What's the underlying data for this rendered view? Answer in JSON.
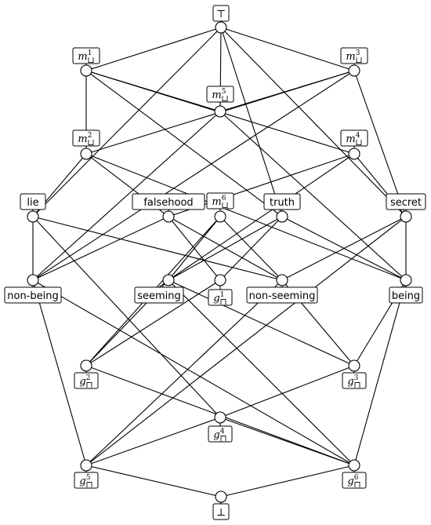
{
  "diagram": {
    "nodes": [
      {
        "id": "top",
        "label": "⊤"
      },
      {
        "id": "m1",
        "label": "m",
        "sup": "1",
        "sub": "⊔"
      },
      {
        "id": "m3",
        "label": "m",
        "sup": "3",
        "sub": "⊔"
      },
      {
        "id": "m5",
        "label": "m",
        "sup": "5",
        "sub": "⊔"
      },
      {
        "id": "m2",
        "label": "m",
        "sup": "2",
        "sub": "⊔"
      },
      {
        "id": "m4",
        "label": "m",
        "sup": "4",
        "sub": "⊔"
      },
      {
        "id": "lie",
        "label": "lie"
      },
      {
        "id": "falsehood",
        "label": "falsehood"
      },
      {
        "id": "m6",
        "label": "m",
        "sup": "6",
        "sub": "⊔"
      },
      {
        "id": "truth",
        "label": "truth"
      },
      {
        "id": "secret",
        "label": "secret"
      },
      {
        "id": "nonbeing",
        "label": "non-being"
      },
      {
        "id": "seeming",
        "label": "seeming"
      },
      {
        "id": "g1",
        "label": "g",
        "sup": "1",
        "sub": "⊓"
      },
      {
        "id": "nonseeming",
        "label": "non-seeming"
      },
      {
        "id": "being",
        "label": "being"
      },
      {
        "id": "g2",
        "label": "g",
        "sup": "2",
        "sub": "⊓"
      },
      {
        "id": "g3",
        "label": "g",
        "sup": "3",
        "sub": "⊓"
      },
      {
        "id": "g4",
        "label": "g",
        "sup": "4",
        "sub": "⊓"
      },
      {
        "id": "g5",
        "label": "g",
        "sup": "5",
        "sub": "⊓"
      },
      {
        "id": "g6",
        "label": "g",
        "sup": "6",
        "sub": "⊓"
      },
      {
        "id": "bottom",
        "label": "⊥"
      }
    ],
    "edges": [
      [
        "top",
        "m1"
      ],
      [
        "top",
        "m3"
      ],
      [
        "top",
        "m5"
      ],
      [
        "top",
        "lie"
      ],
      [
        "top",
        "truth"
      ],
      [
        "top",
        "secret"
      ],
      [
        "m1",
        "m2"
      ],
      [
        "m1",
        "m5"
      ],
      [
        "m1",
        "m4"
      ],
      [
        "m1",
        "truth"
      ],
      [
        "m3",
        "m5"
      ],
      [
        "m3",
        "secret"
      ],
      [
        "m3",
        "m2"
      ],
      [
        "m3",
        "nonbeing"
      ],
      [
        "m5",
        "nonbeing"
      ],
      [
        "m5",
        "being"
      ],
      [
        "m2",
        "lie"
      ],
      [
        "m2",
        "falsehood"
      ],
      [
        "m2",
        "being"
      ],
      [
        "m4",
        "secret"
      ],
      [
        "m4",
        "falsehood"
      ],
      [
        "m4",
        "seeming"
      ],
      [
        "lie",
        "nonbeing"
      ],
      [
        "lie",
        "nonseeming"
      ],
      [
        "lie",
        "g4"
      ],
      [
        "falsehood",
        "nonbeing"
      ],
      [
        "falsehood",
        "g1"
      ],
      [
        "falsehood",
        "nonseeming"
      ],
      [
        "m6",
        "seeming"
      ],
      [
        "m6",
        "nonseeming"
      ],
      [
        "m6",
        "g2"
      ],
      [
        "truth",
        "seeming"
      ],
      [
        "truth",
        "g1"
      ],
      [
        "truth",
        "being"
      ],
      [
        "secret",
        "nonseeming"
      ],
      [
        "secret",
        "being"
      ],
      [
        "secret",
        "g5"
      ],
      [
        "nonbeing",
        "g5"
      ],
      [
        "nonbeing",
        "g6"
      ],
      [
        "seeming",
        "g2"
      ],
      [
        "seeming",
        "g3"
      ],
      [
        "seeming",
        "g6"
      ],
      [
        "g1",
        "g2"
      ],
      [
        "nonseeming",
        "g3"
      ],
      [
        "nonseeming",
        "g5"
      ],
      [
        "being",
        "g3"
      ],
      [
        "being",
        "g6"
      ],
      [
        "g2",
        "g6"
      ],
      [
        "g3",
        "g4"
      ],
      [
        "g4",
        "g5"
      ],
      [
        "g4",
        "g6"
      ],
      [
        "g5",
        "bottom"
      ],
      [
        "g6",
        "bottom"
      ]
    ]
  }
}
